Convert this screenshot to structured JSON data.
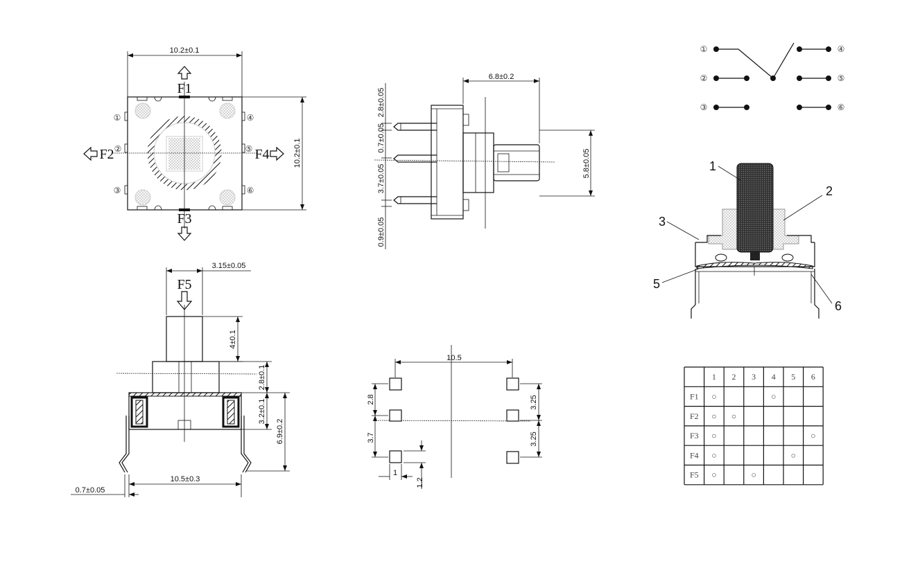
{
  "top_view": {
    "width_dim": "10.2±0.1",
    "height_dim": "10.2±0.1",
    "forces": [
      "F1",
      "F2",
      "F3",
      "F4"
    ],
    "pins": [
      "①",
      "②",
      "③",
      "④",
      "⑤",
      "⑥"
    ]
  },
  "side_view": {
    "length_dim": "6.8±0.2",
    "height_dim": "5.8±0.05",
    "left_dims": [
      "2.8±0.05",
      "0.7±0.05",
      "3.7±0.05",
      "0.9±0.05"
    ]
  },
  "front_view": {
    "actuator_width": "3.15±0.05",
    "force": "F5",
    "actuator_height": "4±0.1",
    "neck_height": "2.8±0.1",
    "body_height": "3.2±0.1",
    "total_height": "6.9±0.2",
    "pin_span": "10.5±0.3",
    "pin_thickness": "0.7±0.05"
  },
  "footprint": {
    "span": "10.5",
    "left_dims": [
      "2.8",
      "3.7"
    ],
    "right_dims": [
      "3.25",
      "3.25"
    ],
    "pad_width": "1",
    "pad_height": "1.2"
  },
  "schematic": {
    "pins": [
      "①",
      "②",
      "③",
      "④",
      "⑤",
      "⑥"
    ]
  },
  "cross_section": {
    "callouts": [
      "1",
      "2",
      "3",
      "5",
      "6"
    ]
  },
  "truth_table": {
    "columns": [
      "",
      "1",
      "2",
      "3",
      "4",
      "5",
      "6"
    ],
    "rows": [
      {
        "label": "F1",
        "on": [
          1,
          4
        ]
      },
      {
        "label": "F2",
        "on": [
          1,
          2
        ]
      },
      {
        "label": "F3",
        "on": [
          1,
          6
        ]
      },
      {
        "label": "F4",
        "on": [
          1,
          5
        ]
      },
      {
        "label": "F5",
        "on": [
          1,
          3
        ]
      }
    ],
    "mark": "○"
  }
}
